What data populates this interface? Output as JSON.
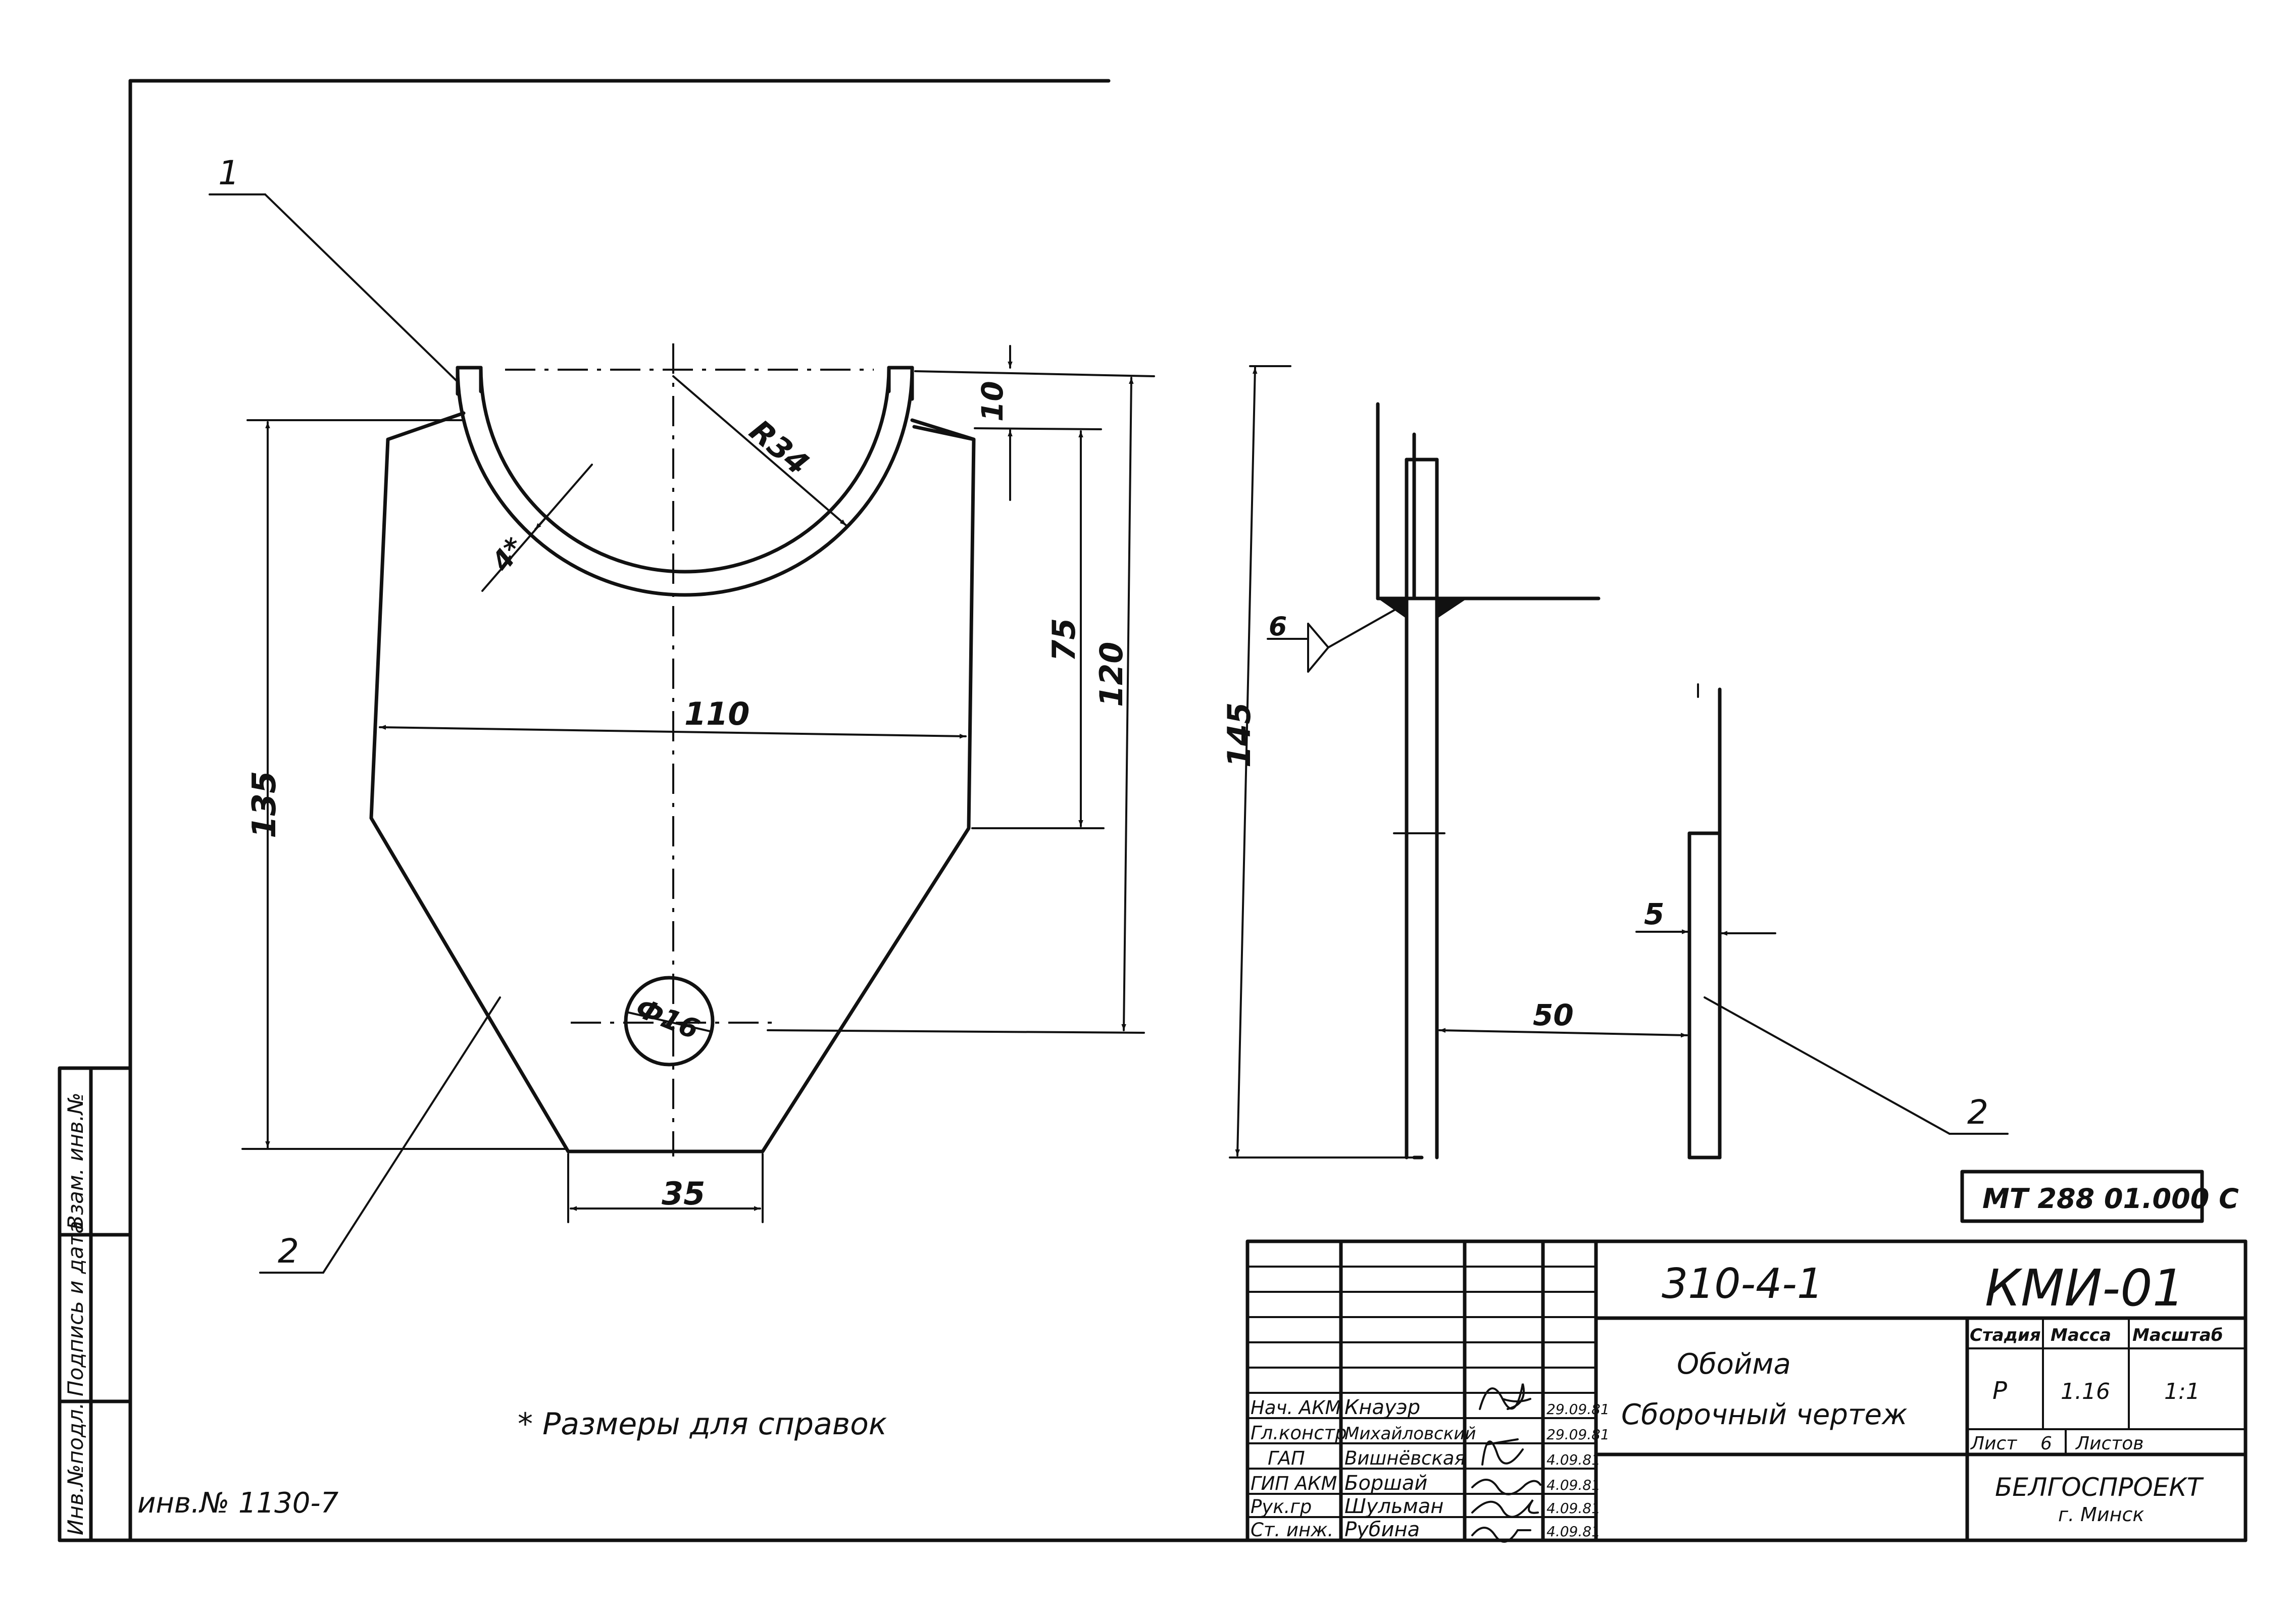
{
  "drawing": {
    "dimensions": {
      "radius": "R34",
      "thickness_ref": "4*",
      "top_offset": "10",
      "inner_height": "75",
      "overall_height_right": "120",
      "width": "110",
      "height_left": "135",
      "hole": "Ф16",
      "bottom_width": "35",
      "side_height": "145",
      "weld_leg": "6",
      "plate_thickness": "5",
      "offset": "50"
    },
    "callouts": {
      "part_1": "1",
      "part_2_left": "2",
      "part_2_right": "2"
    },
    "note": "* Размеры для справок",
    "inventory": "инв.№ 1130-7",
    "reference_code": "МТ 288 01.000 С"
  },
  "side_strip": {
    "labels": [
      "Инв.№подл.",
      "Подпись и дата",
      "Взам. инв.№"
    ]
  },
  "title_block": {
    "series": "310-4-1",
    "code": "КМИ-01",
    "name_line1": "Обойма",
    "name_line2": "Сборочный чертеж",
    "headers": {
      "stage": "Стадия",
      "mass": "Масса",
      "scale": "Масштаб"
    },
    "values": {
      "stage": "Р",
      "mass": "1.16",
      "scale": "1:1"
    },
    "sheet_label": "Лист",
    "sheet_value": "6",
    "sheets_label": "Листов",
    "organization": "БЕЛГОСПРОЕКТ",
    "city": "г. Минск",
    "staff": [
      {
        "role": "Нач. АКМ",
        "name": "Кнауэр",
        "date": "29.09.81"
      },
      {
        "role": "Гл.констр",
        "name": "Михайловский",
        "date": "29.09.81"
      },
      {
        "role": "ГАП",
        "name": "Вишнёвская",
        "date": "4.09.81"
      },
      {
        "role": "ГИП АКМ",
        "name": "Боршай",
        "date": "4.09.81"
      },
      {
        "role": "Рук.гр",
        "name": "Шульман",
        "date": "4.09.81"
      },
      {
        "role": "Ст. инж.",
        "name": "Рубина",
        "date": "4.09.81"
      }
    ]
  }
}
